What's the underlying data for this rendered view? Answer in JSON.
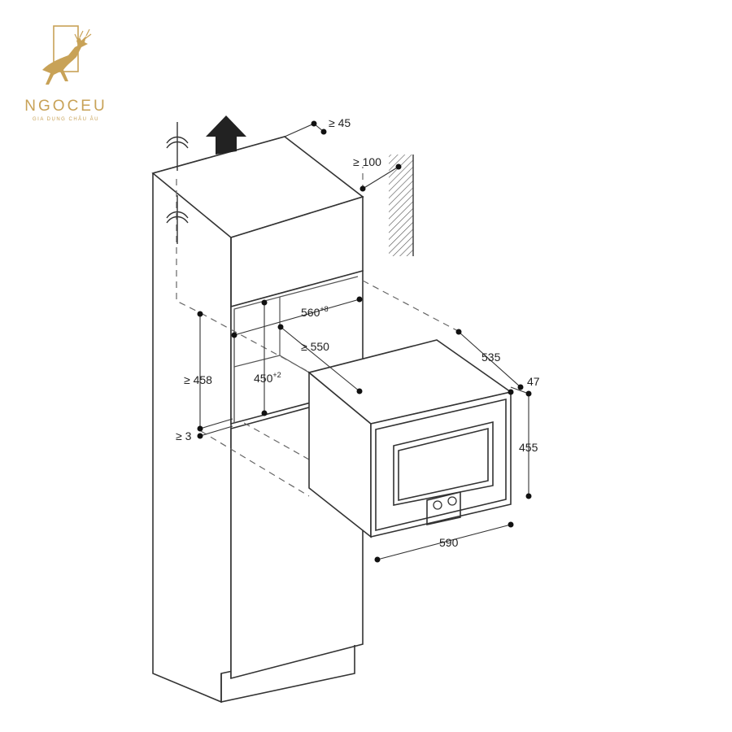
{
  "brand": {
    "name": "NGOCEU",
    "tagline": "GIA DỤNG CHÂU ÂU",
    "color": "#c8a257"
  },
  "dimensions": {
    "top_clearance": "≥ 45",
    "wall_clearance": "≥ 100",
    "niche_width": "560",
    "niche_width_tolerance": "+8",
    "niche_depth": "≥ 550",
    "niche_height_outer": "≥ 458",
    "niche_height": "450",
    "niche_height_tolerance": "+2",
    "bottom_gap": "≥ 3",
    "appliance_depth": "535",
    "front_panel_depth": "47",
    "appliance_height": "455",
    "appliance_width": "590"
  },
  "icons": [
    "deer-logo-icon",
    "airflow-arrow-icon",
    "wall-hatch-icon",
    "control-knob-icon"
  ]
}
